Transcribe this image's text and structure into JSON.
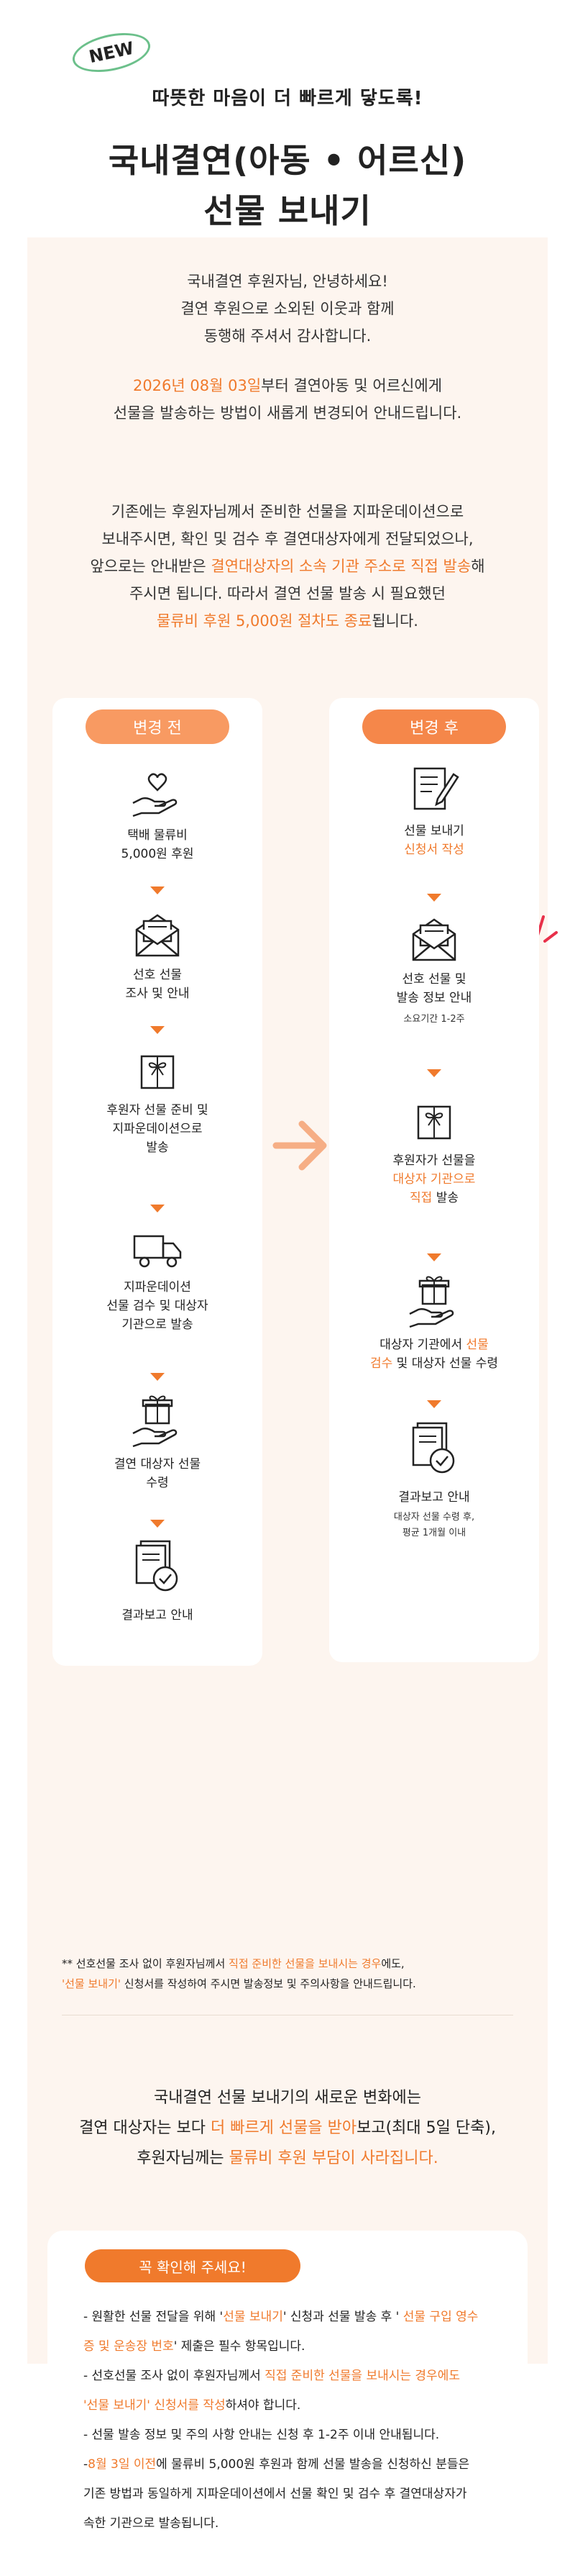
{
  "header": {
    "badge": "NEW",
    "subhead": "따뜻한 마음이 더 빠르게 닿도록!",
    "title_line1": "국내결연(아동 • 어르신)",
    "title_line2": "선물 보내기"
  },
  "intro": {
    "p1": [
      "국내결연 후원자님, 안녕하세요!",
      "결연 후원으로 소외된 이웃과 함께",
      "동행해 주셔서 감사합니다."
    ],
    "p2_date": "2026년 08월 03일",
    "p2_rest1": "부터 결연아동 및 어르신에게",
    "p2_line2": "선물을 발송하는 방법이 새롭게 변경되어 안내드립니다.",
    "p3_line1": "기존에는 후원자님께서 준비한 선물을 지파운데이션으로",
    "p3_line2": "보내주시면, 확인 및 검수 후 결연대상자에게 전달되었으나,",
    "p3_line3_a": "앞으로는 안내받은 ",
    "p3_line3_b": "결연대상자의 소속 기관 주소로 직접 발송",
    "p3_line3_c": "해",
    "p3_line4": "주시면 됩니다. 따라서 결연 선물 발송 시 필요했던",
    "p3_line5_a": "물류비 후원 5,000원 절차도 종료",
    "p3_line5_b": "됩니다."
  },
  "before": {
    "label": "변경 전",
    "steps": [
      {
        "icon": "heart-hand-icon",
        "l1": "택배 물류비",
        "l2": "5,000원 후원"
      },
      {
        "icon": "envelope-icon",
        "l1": "선호 선물",
        "l2": "조사 및 안내"
      },
      {
        "icon": "gift-box-icon",
        "l1": "후원자 선물 준비 및",
        "l2": "지파운데이션으로",
        "l3": "발송"
      },
      {
        "icon": "truck-icon",
        "l1": "지파운데이션",
        "l2": "선물 검수 및 대상자",
        "l3": "기관으로 발송"
      },
      {
        "icon": "gift-hand-icon",
        "l1": "결연 대상자 선물",
        "l2": "수령"
      },
      {
        "icon": "report-check-icon",
        "l1": "결과보고 안내"
      }
    ]
  },
  "after": {
    "label": "변경 후",
    "steps": [
      {
        "icon": "form-pen-icon",
        "l1": "선물 보내기",
        "l2": "신청서 작성"
      },
      {
        "icon": "envelope-icon",
        "l1": "선호 선물 및",
        "l2": "발송 정보 안내",
        "small": "소요기간 1-2주"
      },
      {
        "icon": "gift-box-icon",
        "l1": "후원자가 선물을",
        "l2": "대상자 기관으로",
        "l3a": "직접",
        "l3b": " 발송"
      },
      {
        "icon": "gift-hand-icon",
        "l1a": "대상자 기관에서 ",
        "l1b": "선물",
        "l2a": "검수",
        "l2b": " 및 대상자 선물 수령"
      },
      {
        "icon": "report-check-icon",
        "l1": "결과보고 안내",
        "s1": "대상자 선물 수령 후,",
        "s2": "평균 1개월 이내"
      }
    ]
  },
  "note": {
    "a": "** 선호선물 조사 없이 후원자님께서 ",
    "b": "직접 준비한 선물을 보내시는 경우",
    "c": "에도,",
    "d": "'선물 보내기'",
    "e": " 신청서를 작성하여 주시면 발송정보 및 주의사항을 안내드립니다."
  },
  "summary": {
    "l1": "국내결연 선물 보내기의 새로운 변화에는",
    "l2a": "결연 대상자는 보다 ",
    "l2b": "더 빠르게 선물을 받아",
    "l2c": "보고(최대 5일 단축),",
    "l3a": "후원자님께는 ",
    "l3b": "물류비 후원 부담이 사라집니다."
  },
  "checklist": {
    "label": "꼭 확인해 주세요!",
    "i1a": "- 원활한 선물 전달을 위해 '",
    "i1b": "선물 보내기",
    "i1c": "' 신청과 선물 발송 후 '",
    "i1d": " 선물 구입 영수",
    "i1e": "증 및 운송장 번호",
    "i1f": "' 제출은 필수 항목입니다.",
    "i2a": "- 선호선물 조사 없이 후원자님께서 ",
    "i2b": "직접 준비한 선물을 보내시는 경우에도",
    "i2c": "'선물 보내기' 신청서를 작성",
    "i2d": "하셔야 합니다.",
    "i3": "- 선물 발송 정보 및 주의 사항 안내는 신청 후 1-2주 이내 안내됩니다.",
    "i4a": "-",
    "i4b": "8월 3일 이전",
    "i4c": "에 물류비 5,000원 후원과 함께 선물 발송을 신청하신 분들은",
    "i4d": "기존 방법과 동일하게 지파운데이션에서 선물 확인 및 검수 후 결연대상자가",
    "i4e": "속한 기관으로 발송됩니다."
  },
  "colors": {
    "accent": "#f07a2c",
    "badge_border": "#6cc08b",
    "panel_bg": "#fdf5ef"
  }
}
